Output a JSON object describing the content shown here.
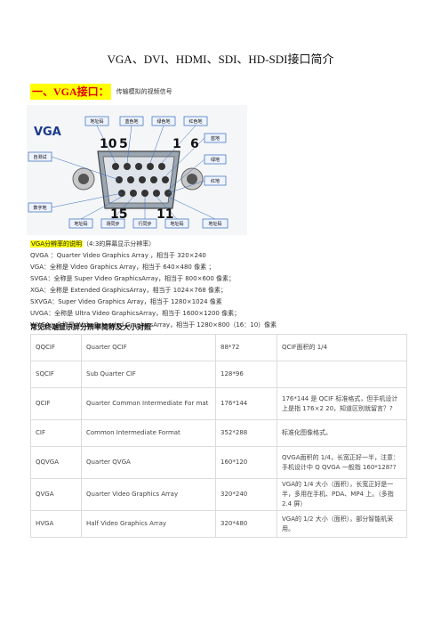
{
  "title": "VGA、DVI、HDMI、SDI、HD-SDI接口简介",
  "section1": {
    "heading": "一、VGA接口：",
    "note": "传输模拟的视频信号"
  },
  "diagram": {
    "logo": "VGA",
    "pin_numbers": {
      "tl": "10",
      "tm": "5",
      "tr": "1",
      "trr": "6",
      "bl": "15",
      "br": "11"
    },
    "labels": {
      "l1": "地址码",
      "l2": "蓝色地",
      "l3": "绿色地",
      "l4": "红色地",
      "r1": "蓝地",
      "r2": "绿地",
      "r3": "红地",
      "left1": "自测试",
      "left2": "数字地",
      "b1": "地址码",
      "b2": "场同步",
      "b3": "行同步",
      "b4": "地址码",
      "b5": "地址码"
    }
  },
  "specs": {
    "lead_hl": "VGA分辨率的说明",
    "lead_rest": "（4:3的屏幕显示分辨率）",
    "lines": [
      "QVGA ：Quarter Video Graphics Array ，相当于 320×240",
      "VGA：全称是 Video Graphics Array，相当于 640×480 像素 ；",
      "SVGA：全称是 Super Video GraphicsArray，相当于 800×600 像素；",
      "XGA：全称是 Extended GraphicsArray，相当于 1024×768 像素；",
      "SXVGA：Super Video Graphics Array，相当于 1280×1024 像素",
      "UVGA：全称是 Ultra Video GraphicsArray，相当于 1600×1200 像素；",
      "WXGA：全称是 Wide Extended GraphicsArray，相当于 1280×800（16：10）像素"
    ]
  },
  "table_heading": "常见终端显示屏分辨率简称及大小对照",
  "table": {
    "rows": [
      {
        "abbr": "QQCIF",
        "full": "Quarter QCIF",
        "res": "88*72",
        "desc": "QCIF面积的 1/4"
      },
      {
        "abbr": "SQCIF",
        "full": "Sub Quarter CIF",
        "res": "128*96",
        "desc": ""
      },
      {
        "abbr": "QCIF",
        "full": "Quarter Common Intermediate For mat",
        "res": "176*144",
        "desc": "176*144 是 QCIF 标准格式，但手机设计上是指 176×2 20，知道区别就留言？?"
      },
      {
        "abbr": "CIF",
        "full": "Common Intermediate Format",
        "res": "352*288",
        "desc": "标准化图像格式。"
      },
      {
        "abbr": "QQVGA",
        "full": "Quarter QVGA",
        "res": "160*120",
        "desc": "QVGA面积的 1/4，长宽正好一半，注意：手机设计中 Q QVGA 一般指 160*128??"
      },
      {
        "abbr": "QVGA",
        "full": "Quarter Video Graphics Array",
        "res": "320*240",
        "desc": "VGA的 1/4 大小（面积），长宽正好是一半，多用在手机、PDA、MP4 上。（多指 2.4 屏）"
      },
      {
        "abbr": "HVGA",
        "full": "Half Video Graphics Array",
        "res": "320*480",
        "desc": "VGA的 1/2 大小（面积），部分智能机采用。"
      }
    ]
  }
}
